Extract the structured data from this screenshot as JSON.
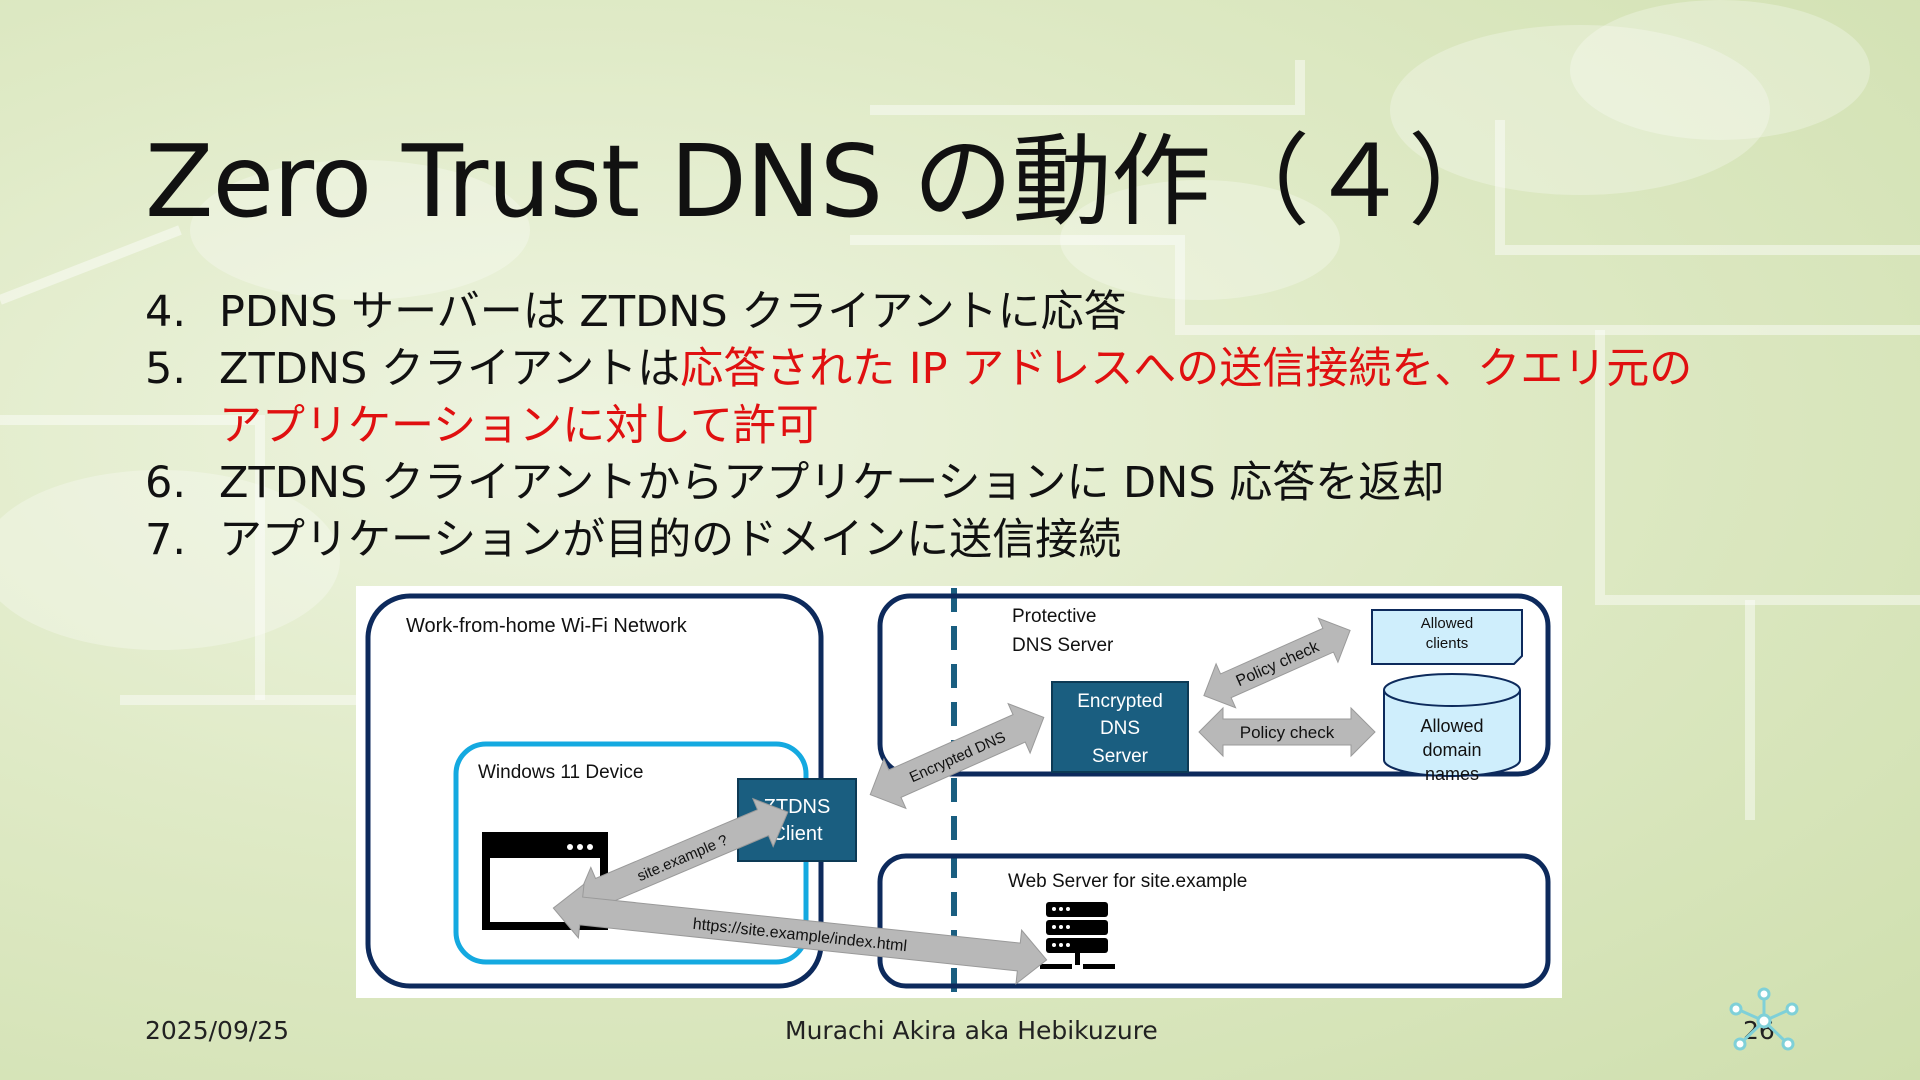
{
  "title": "Zero Trust DNS の動作（４）",
  "steps": [
    {
      "num": "4.",
      "text": "PDNS サーバーは ZTDNS クライアントに応答"
    },
    {
      "num": "5.",
      "text_a": "ZTDNS クライアントは",
      "text_red_1": "応答された IP アドレスへの送信接続を、クエリ元の",
      "text_red_2": "アプリケーションに対して許可"
    },
    {
      "num": "6.",
      "text": "ZTDNS クライアントからアプリケーションに DNS 応答を返却"
    },
    {
      "num": "7.",
      "text": "アプリケーションが目的のドメインに送信接続"
    }
  ],
  "diagram": {
    "home_network": "Work-from-home Wi-Fi Network",
    "device": "Windows 11 Device",
    "client_line1": "ZTDNS",
    "client_line2": "Client",
    "query_label": "site.example ?",
    "https_label": "https://site.example/index.html",
    "encrypted_dns_label": "Encrypted DNS",
    "pdns_line1": "Protective",
    "pdns_line2": "DNS Server",
    "server_line1": "Encrypted",
    "server_line2": "DNS",
    "server_line3": "Server",
    "policy_check_1": "Policy check",
    "policy_check_2": "Policy check",
    "allowed_clients_line1": "Allowed",
    "allowed_clients_line2": "clients",
    "allowed_domains_line1": "Allowed",
    "allowed_domains_line2": "domain",
    "allowed_domains_line3": "names",
    "web_server": "Web Server for site.example"
  },
  "colors": {
    "accent_red": "#e01010",
    "box_dark": "#1a5e80",
    "navy": "#0d2a5c",
    "cyan": "#14a9e0",
    "dashed_line": "#1a5e80",
    "arrow_gray": "#b8b8b8",
    "pale_blue": "#cfeefc"
  },
  "footer": {
    "date": "2025/09/25",
    "author": "Murachi Akira aka Hebikuzure",
    "page": "26"
  },
  "icons": [
    "app-window-icon",
    "server-rack-icon",
    "network-logo-icon"
  ]
}
